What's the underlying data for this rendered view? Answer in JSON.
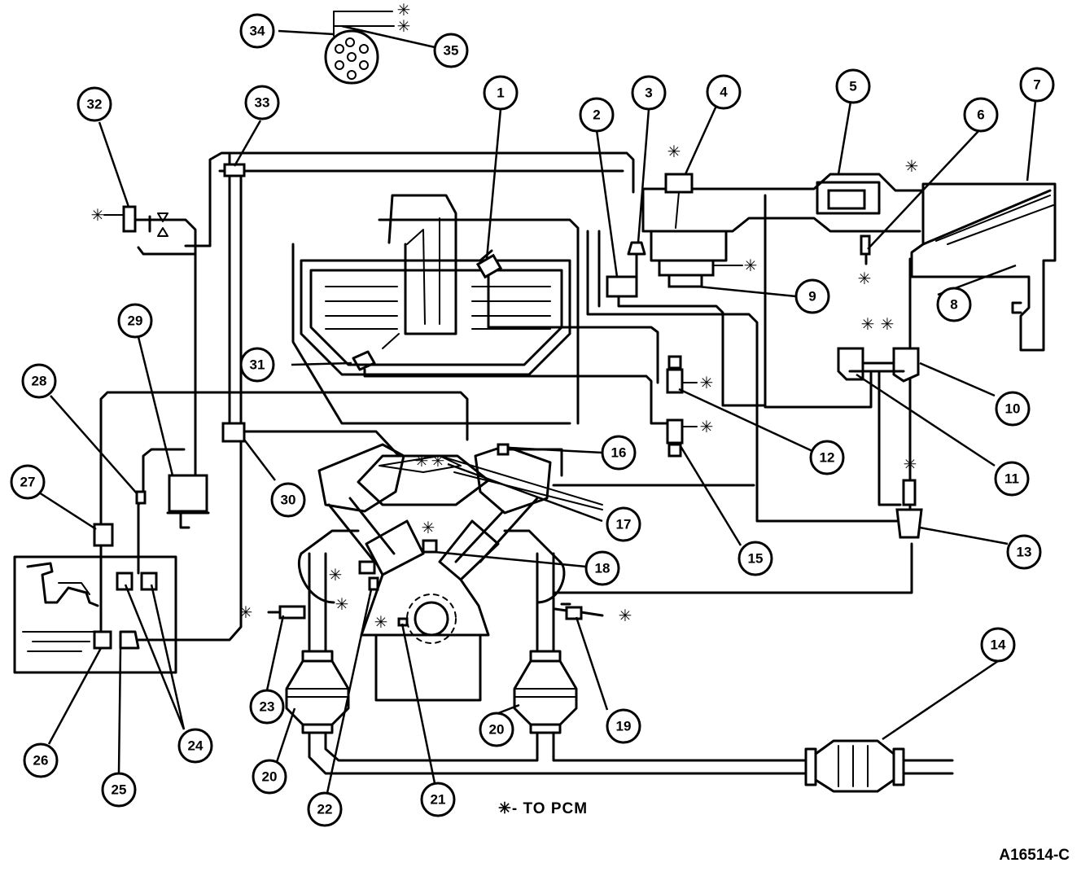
{
  "callouts": [
    "1",
    "2",
    "3",
    "4",
    "5",
    "6",
    "7",
    "8",
    "9",
    "10",
    "11",
    "12",
    "13",
    "14",
    "15",
    "16",
    "17",
    "18",
    "19",
    "20",
    "21",
    "22",
    "23",
    "24",
    "25",
    "26",
    "27",
    "28",
    "29",
    "30",
    "31",
    "32",
    "33",
    "34",
    "35"
  ],
  "asterisk_symbol": "✳",
  "legend": {
    "symbol": "✳",
    "text": "- TO PCM"
  },
  "figure_id": "A16514-C"
}
